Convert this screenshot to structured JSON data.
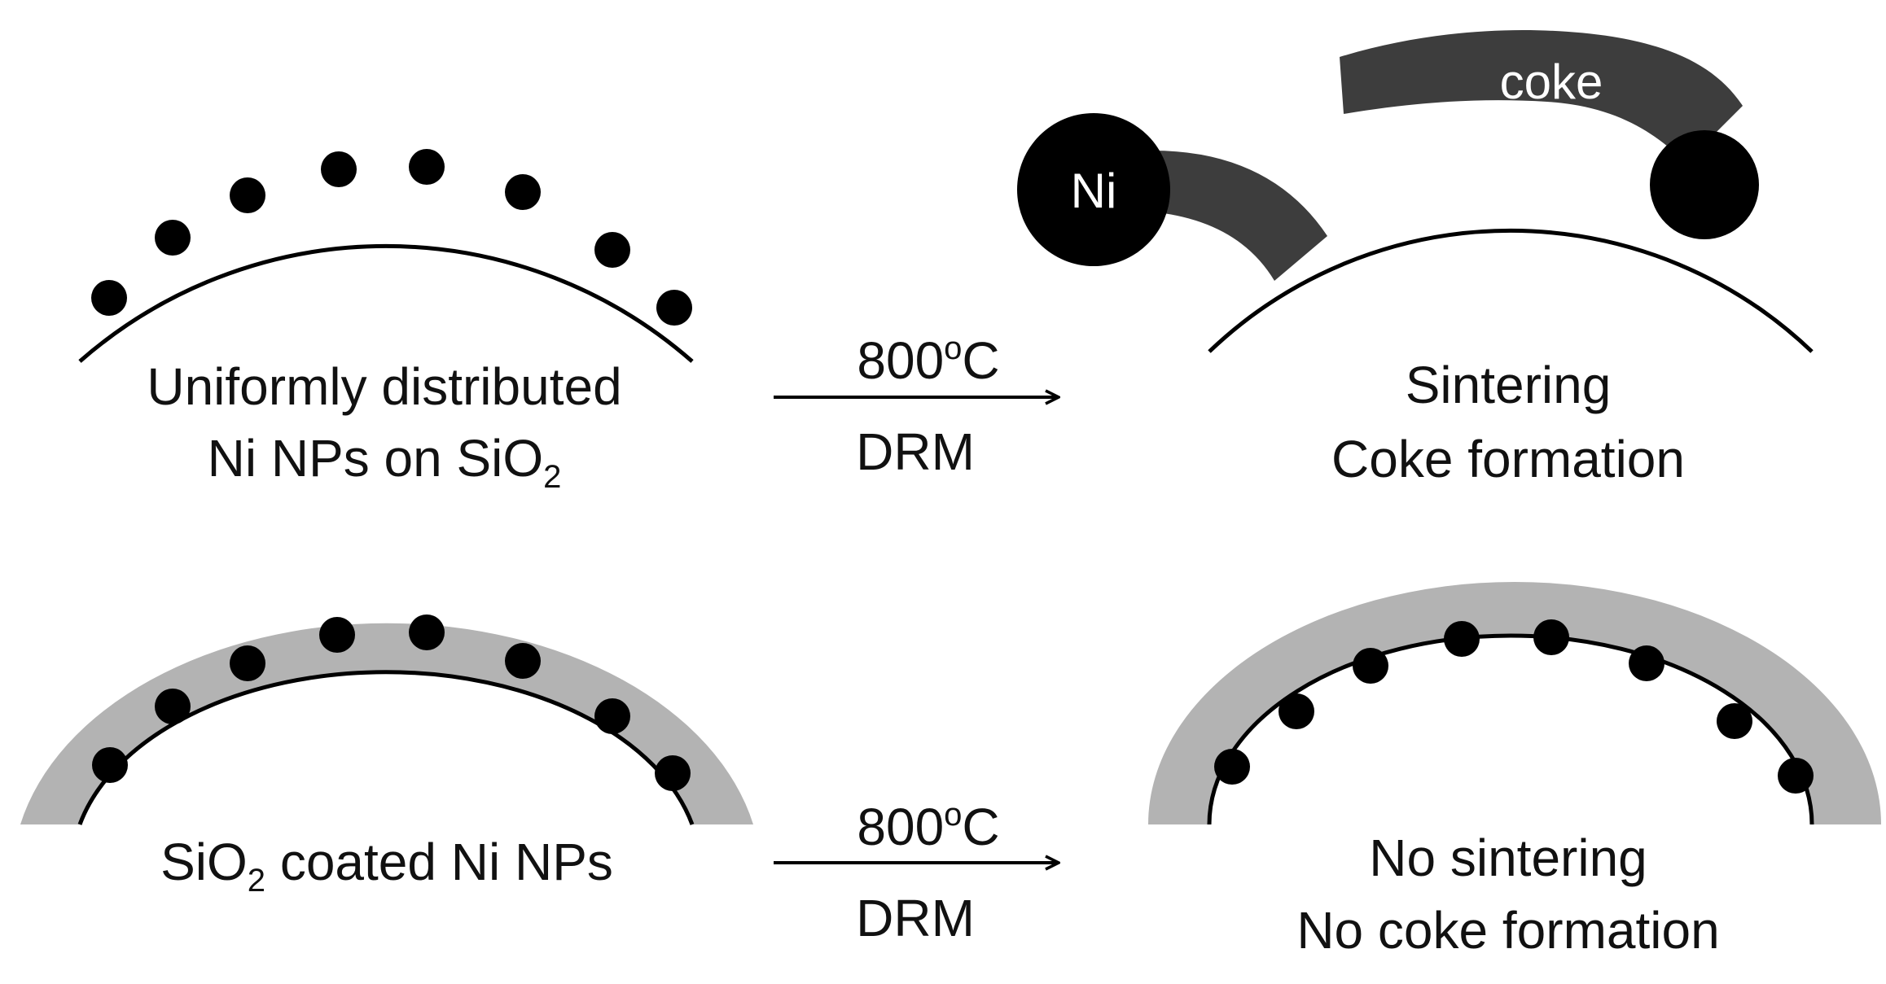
{
  "colors": {
    "ink": "#000000",
    "text": "#111111",
    "coke": "#3d3d3d",
    "silica_coating": "#b3b3b3",
    "background": "#ffffff"
  },
  "top_left": {
    "line1": "Uniformly distributed",
    "line2_prefix": "Ni NPs on SiO",
    "line2_sub": "2"
  },
  "top_arrow": {
    "temperature_value": "800",
    "temperature_degree": "o",
    "temperature_unit": "C",
    "process": "DRM"
  },
  "top_right": {
    "ni_label": "Ni",
    "coke_label": "coke",
    "line1": "Sintering",
    "line2": "Coke formation"
  },
  "bottom_left": {
    "prefix": "SiO",
    "sub": "2",
    "suffix": " coated Ni NPs"
  },
  "bottom_arrow": {
    "temperature_value": "800",
    "temperature_degree": "o",
    "temperature_unit": "C",
    "process": "DRM"
  },
  "bottom_right": {
    "line1": "No sintering",
    "line2": "No coke formation"
  }
}
